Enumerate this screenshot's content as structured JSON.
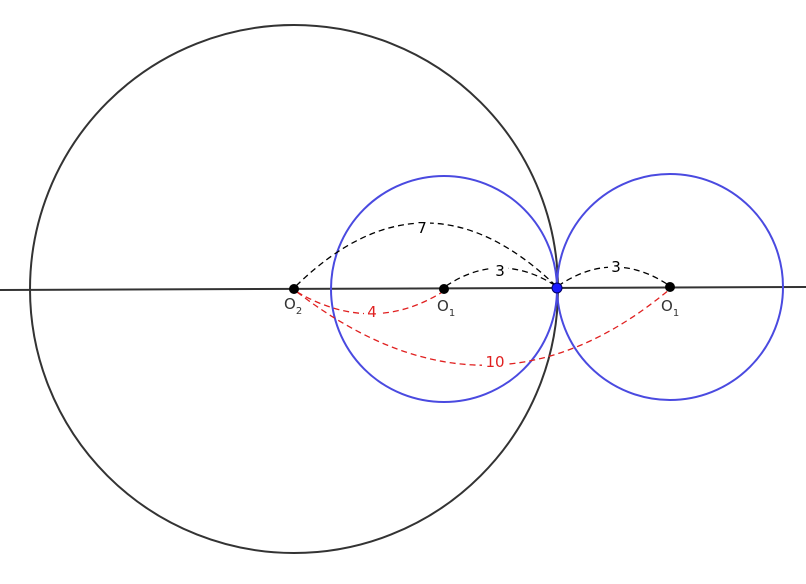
{
  "labels": {
    "o2_letter": "O",
    "o2_sub": "2",
    "o1a_letter": "O",
    "o1a_sub": "1",
    "o1b_letter": "O",
    "o1b_sub": "1"
  },
  "distances": {
    "o2_to_tangent": "7",
    "o1a_to_tangent": "3",
    "tangent_to_o1b": "3",
    "o2_to_o1a": "4",
    "o2_to_o1b": "10"
  },
  "colors": {
    "big_circle": "#333333",
    "small_circles": "#4a4ae0",
    "line": "#333333",
    "black_arcs": "#000000",
    "red_arcs": "#e02020",
    "tangent_point": "#1a1aff"
  }
}
